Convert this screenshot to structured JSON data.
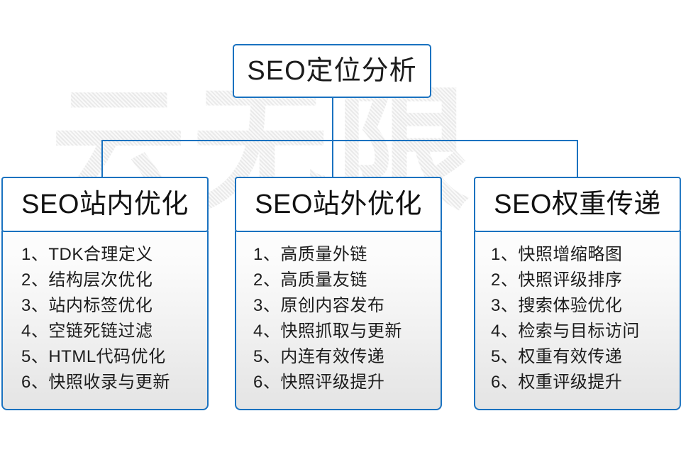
{
  "diagram": {
    "title": "SEO定位分析",
    "watermark_text": "云无限",
    "accent_color": "#1a72c0",
    "text_color": "#1b1b1b",
    "background_color": "#ffffff",
    "root": {
      "label": "SEO定位分析"
    },
    "branches": [
      {
        "header": "SEO站内优化",
        "items": [
          "1、TDK合理定义",
          "2、结构层次优化",
          "3、站内标签优化",
          "4、空链死链过滤",
          "5、HTML代码优化",
          "6、快照收录与更新"
        ]
      },
      {
        "header": "SEO站外优化",
        "items": [
          "1、高质量外链",
          "2、高质量友链",
          "3、原创内容发布",
          "4、快照抓取与更新",
          "5、内连有效传递",
          "6、快照评级提升"
        ]
      },
      {
        "header": "SEO权重传递",
        "items": [
          "1、快照增缩略图",
          "2、快照评级排序",
          "3、搜索体验优化",
          "4、检索与目标访问",
          "5、权重有效传递",
          "6、权重评级提升"
        ]
      }
    ]
  }
}
